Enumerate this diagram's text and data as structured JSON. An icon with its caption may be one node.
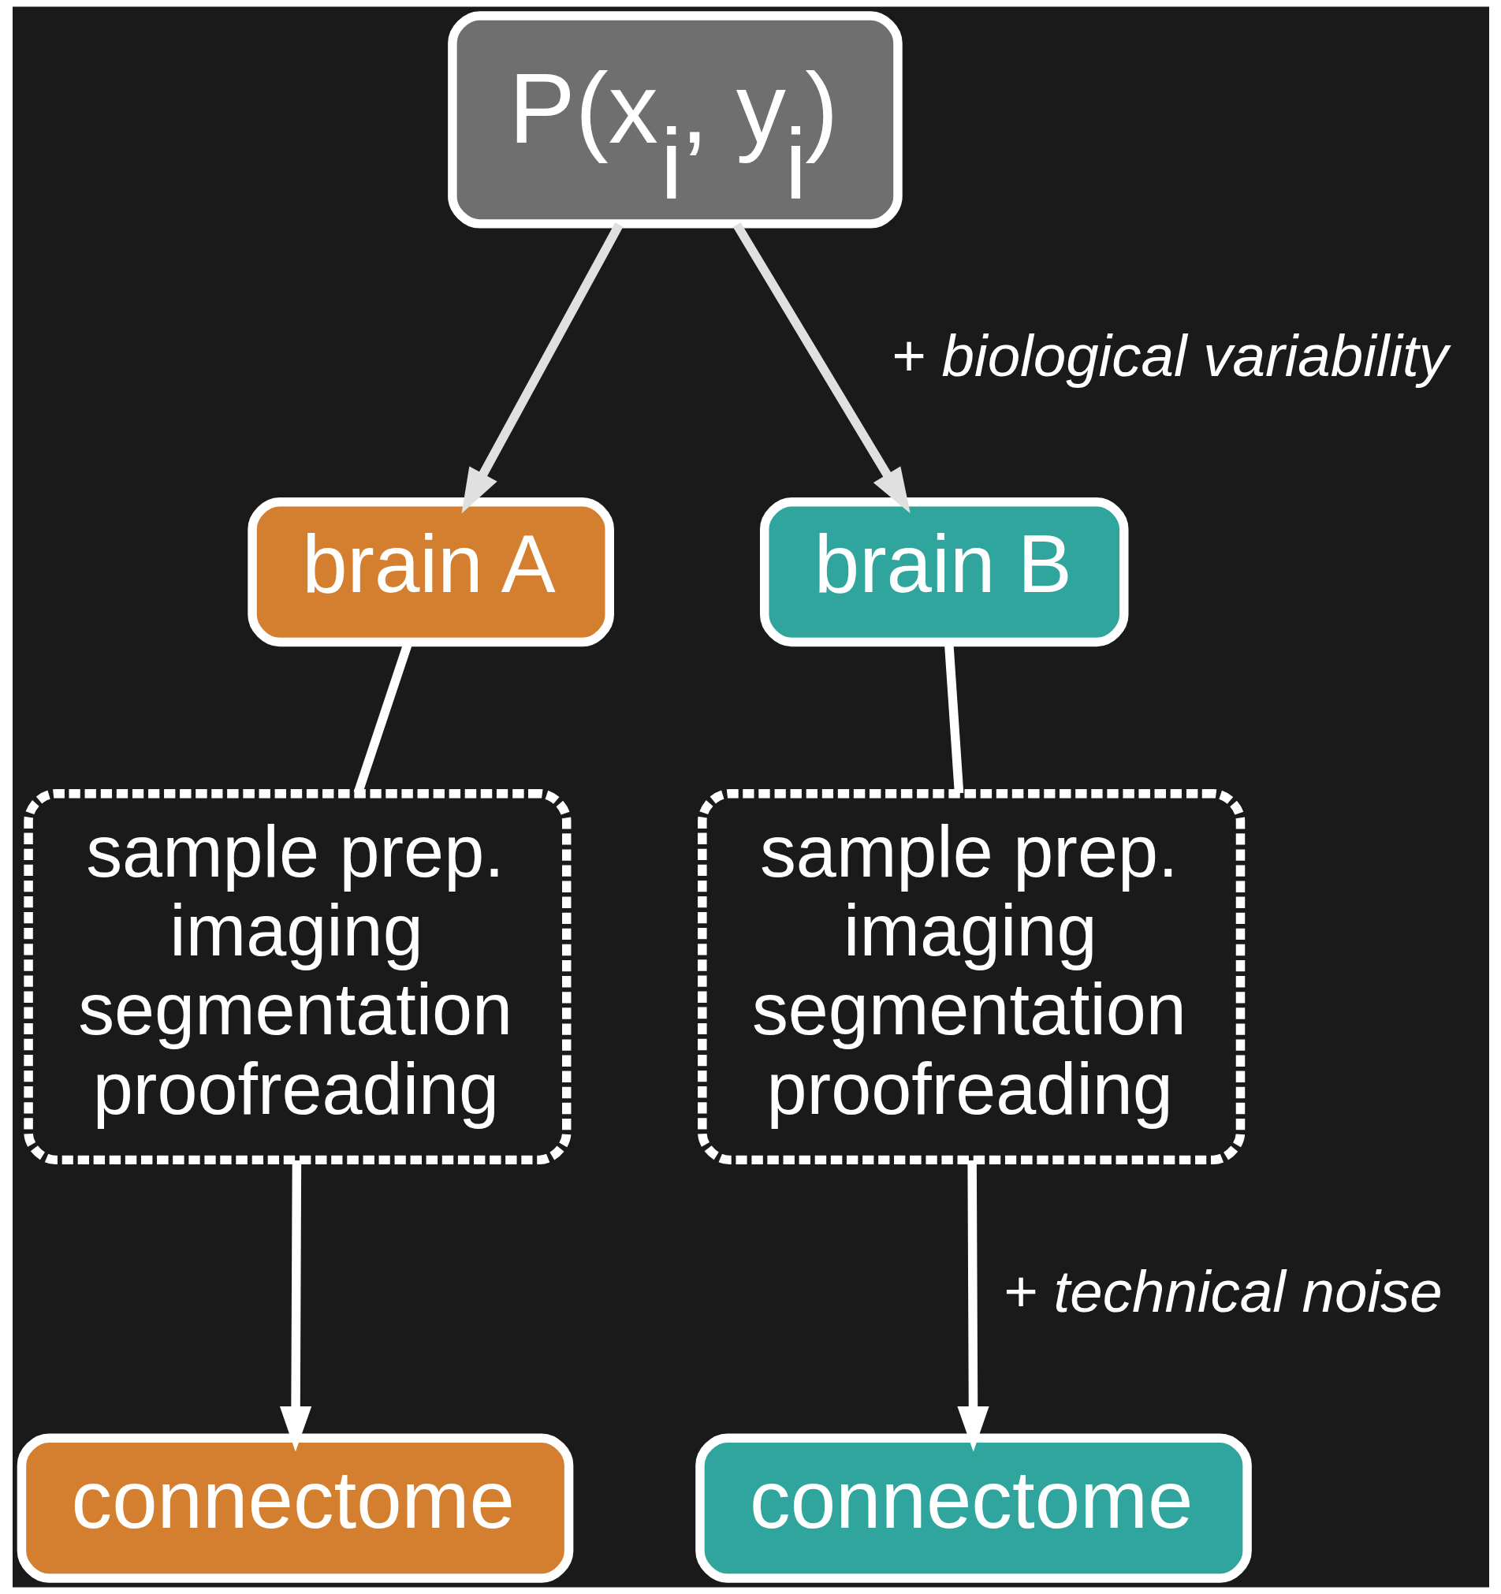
{
  "diagram": {
    "nodes": [
      {
        "text": [
          "P(x$_{i}$, y$_{i}$)"
        ]
      },
      {
        "text": [
          "brain A"
        ]
      },
      {
        "text": [
          "brain B"
        ]
      },
      {
        "text": [
          "sample prep.",
          "imaging",
          "segmentation",
          "proofreading"
        ]
      },
      {
        "text": [
          "sample prep.",
          "imaging",
          "segmentation",
          "proofreading"
        ]
      },
      {
        "text": [
          "connectome"
        ]
      },
      {
        "text": [
          "connectome"
        ]
      }
    ],
    "edges": [
      {
        "from": 0,
        "to": 1,
        "arrow": "to",
        "color": "#e0e0e0"
      },
      {
        "from": 0,
        "to": 2,
        "arrow": "to",
        "color": "#e0e0e0",
        "label": "+ biological variability"
      },
      {
        "from": 1,
        "to": 3,
        "arrow": "none"
      },
      {
        "from": 2,
        "to": 4,
        "arrow": "none"
      },
      {
        "from": 3,
        "to": 5,
        "arrow": "to"
      },
      {
        "from": 4,
        "to": 6,
        "arrow": "to",
        "label": "+ technical noise"
      }
    ]
  }
}
